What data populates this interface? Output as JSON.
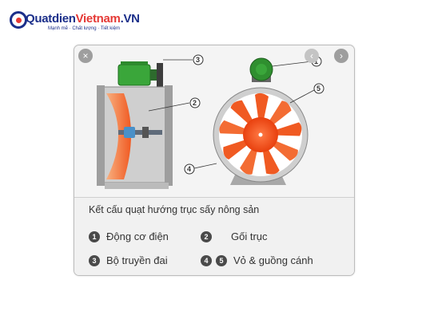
{
  "logo": {
    "text_part1": "Quatdien",
    "text_part2": "Vietnam",
    "text_part3": ".VN",
    "tagline": "Mạnh mẽ · Chất lượng · Tiết kiệm"
  },
  "viewer": {
    "close_icon": "×",
    "prev_icon": "‹",
    "next_icon": "›"
  },
  "diagram": {
    "callouts": [
      "1",
      "2",
      "3",
      "4",
      "5"
    ]
  },
  "caption": {
    "title": "Kết cấu quạt hướng trục sấy nông sản",
    "items": [
      {
        "num": "1",
        "label": "Động cơ điện"
      },
      {
        "num": "2",
        "label": "Gối trục"
      },
      {
        "num": "3",
        "label": "Bộ truyền đai"
      },
      {
        "nums": [
          "4",
          "5"
        ],
        "label": "Vỏ & guồng cánh"
      }
    ]
  },
  "colors": {
    "logo_blue": "#1b2f8a",
    "logo_red": "#e53935",
    "blade_orange": "#f05a22",
    "motor_green": "#3aa63a"
  }
}
